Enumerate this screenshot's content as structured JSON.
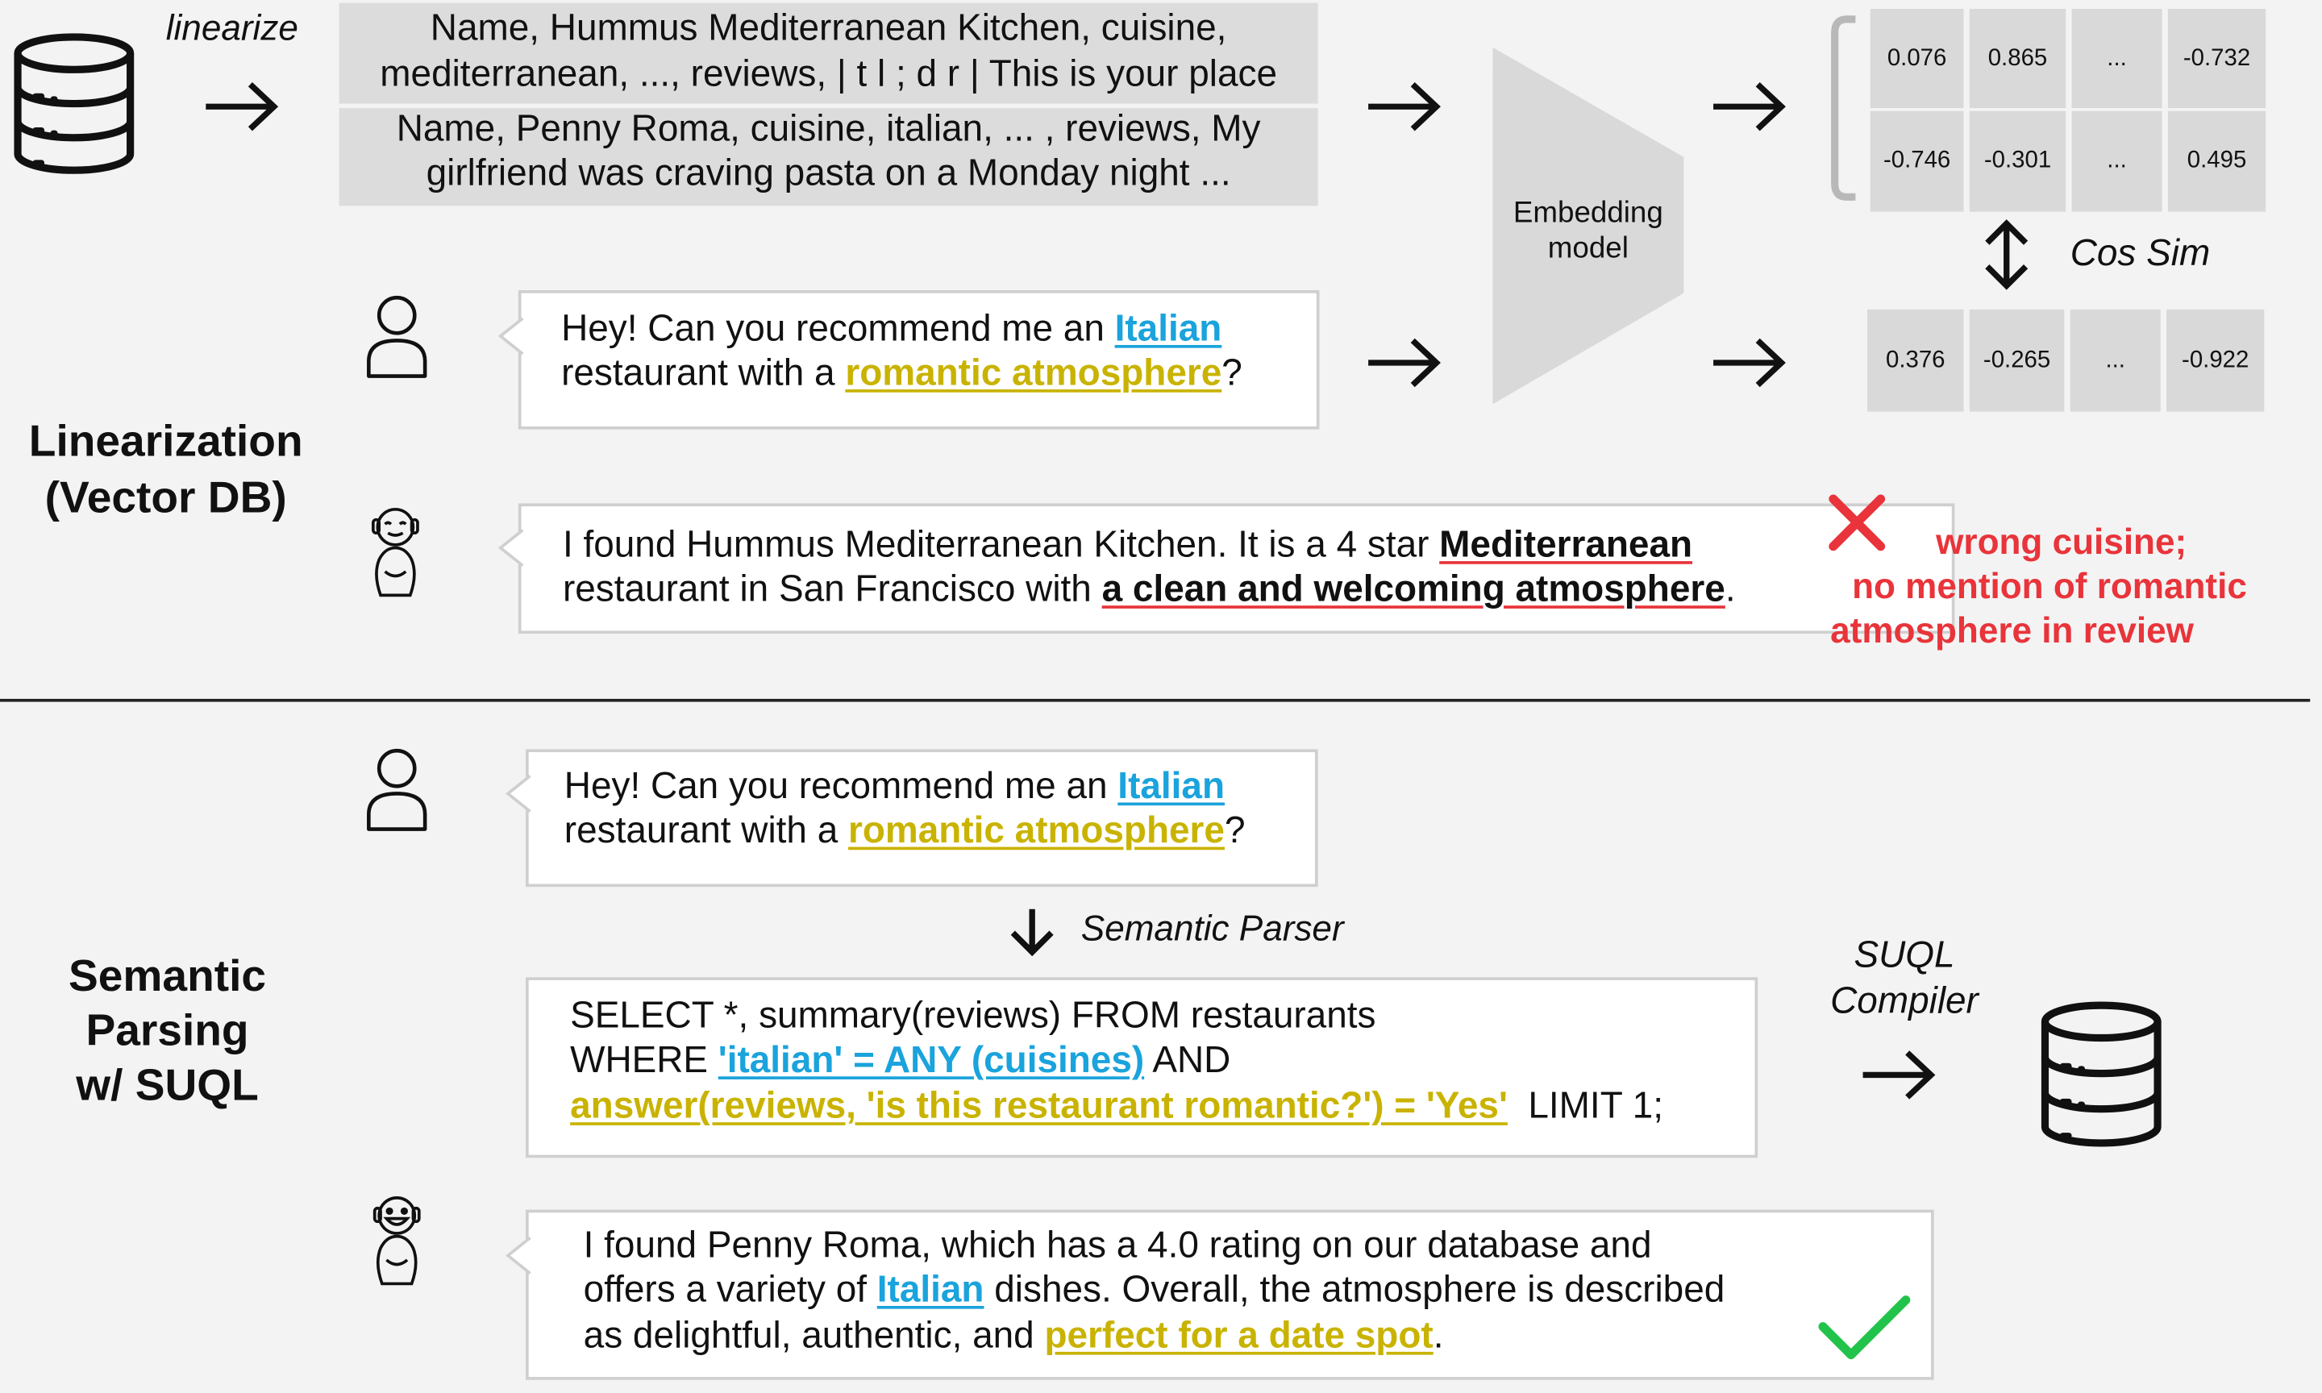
{
  "diagram": {
    "linearize_label": "linearize",
    "linearized_text": [
      "Name, Hummus Mediterranean Kitchen, cuisine,",
      "mediterranean, ..., reviews, | t l ; d r | This is your place",
      "Name, Penny Roma, cuisine, italian, ... , reviews, My",
      "girlfriend was craving pasta on a Monday night ..."
    ],
    "embedding_model_label": [
      "Embedding",
      "model"
    ],
    "doc_vectors": [
      [
        "0.076",
        "0.865",
        "...",
        "-0.732"
      ],
      [
        "-0.746",
        "-0.301",
        "...",
        "0.495"
      ]
    ],
    "query_vector": [
      "0.376",
      "-0.265",
      "...",
      "-0.922"
    ],
    "cos_sim_label": "Cos Sim",
    "linearization_section_title": [
      "Linearization",
      "(Vector DB)"
    ],
    "semantic_section_title": [
      "Semantic",
      "Parsing",
      "w/ SUQL"
    ],
    "user_query_lines": [
      [
        {
          "t": "Hey! Can you recommend me an ",
          "s": "none"
        },
        {
          "t": "Italian",
          "s": "blue"
        }
      ],
      [
        {
          "t": "restaurant with a ",
          "s": "none"
        },
        {
          "t": "romantic atmosphere",
          "s": "yellow"
        },
        {
          "t": "?",
          "s": "none"
        }
      ]
    ],
    "wrong_response_lines": [
      [
        {
          "t": "I found Hummus Mediterranean Kitchen. It is a 4 star ",
          "s": "none"
        },
        {
          "t": "Mediterranean",
          "s": "red"
        }
      ],
      [
        {
          "t": "restaurant in San Francisco with ",
          "s": "none"
        },
        {
          "t": "a clean and welcoming atmosphere",
          "s": "red"
        },
        {
          "t": ".",
          "s": "none"
        }
      ]
    ],
    "error_note": [
      "wrong cuisine;",
      "no mention of romantic",
      "atmosphere in review"
    ],
    "semantic_parser_label": "Semantic Parser",
    "suql_query_lines": [
      [
        {
          "t": "SELECT *, summary(reviews) FROM restaurants",
          "s": "none"
        }
      ],
      [
        {
          "t": "WHERE ",
          "s": "none"
        },
        {
          "t": "'italian' = ANY (cuisines)",
          "s": "blue"
        },
        {
          "t": " AND",
          "s": "none"
        }
      ],
      [
        {
          "t": "answer(reviews, 'is this restaurant romantic?') = 'Yes'",
          "s": "yellow"
        },
        {
          "t": "  LIMIT 1;",
          "s": "none"
        }
      ]
    ],
    "suql_compiler_label": [
      "SUQL",
      "Compiler"
    ],
    "correct_response_lines": [
      [
        {
          "t": "I found Penny Roma, which has a 4.0 rating on our database and",
          "s": "none"
        }
      ],
      [
        {
          "t": "offers a variety of ",
          "s": "none"
        },
        {
          "t": "Italian",
          "s": "blue"
        },
        {
          "t": " dishes. Overall, the atmosphere is described",
          "s": "none"
        }
      ],
      [
        {
          "t": "as delightful, authentic, and ",
          "s": "none"
        },
        {
          "t": "perfect for a date spot",
          "s": "yellow"
        },
        {
          "t": ".",
          "s": "none"
        }
      ]
    ],
    "colors": {
      "blue": "#1aa3dc",
      "yellow": "#c9b300",
      "red": "#e8343a",
      "green": "#22c34a"
    },
    "icons": [
      "database-icon",
      "user-icon",
      "bot-icon",
      "cross-icon",
      "check-icon",
      "arrow-right-icon",
      "arrow-down-icon",
      "double-arrow-icon"
    ]
  }
}
